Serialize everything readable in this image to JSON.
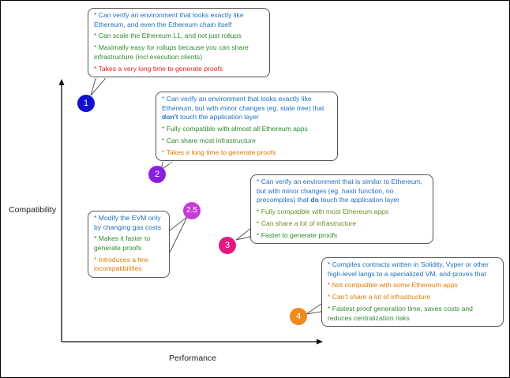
{
  "colors": {
    "background": "#ffffff",
    "frame": "#000000",
    "axis": "#111111",
    "blue_text": "#1f6fbf",
    "green_text": "#2e8b2e",
    "olive_text": "#6b8e23",
    "orange_text": "#e07b00",
    "red_text": "#e02020",
    "dark_text": "#1f3a6e",
    "badge_1": "#1010d0",
    "badge_2": "#8a1fe0",
    "badge_2_5": "#c43bd6",
    "badge_3": "#e3197f",
    "badge_4": "#f08a1a"
  },
  "axes": {
    "y_label": "Compatibility",
    "x_label": "Performance"
  },
  "types": [
    {
      "label": "1",
      "badge_color": "#1010d0",
      "points": [
        {
          "text": "* Can verify an environment that looks exactly like Ethereum, and even the Ethereum chain itself",
          "color": "#1f6fbf"
        },
        {
          "text": "* Can scale the Ethereum L1, and not just rollups",
          "color": "#2e8b2e"
        },
        {
          "text": "* Maximally easy for rollups because you can share infrastructure (incl execution clients)",
          "color": "#2e8b2e"
        },
        {
          "text": "* Takes a very long time to generate proofs",
          "color": "#e02020"
        }
      ]
    },
    {
      "label": "2",
      "badge_color": "#8a1fe0",
      "points": [
        {
          "text": "* Can verify an environment that looks exactly like Ethereum, but with minor changes (eg. state tree) that",
          "bold": "don't",
          "after": " touch the application layer",
          "color": "#1f6fbf"
        },
        {
          "text": "* Fully compatible with almost all Ethereum apps",
          "color": "#2e8b2e"
        },
        {
          "text": "* Can share most infrastructure",
          "color": "#2e8b2e"
        },
        {
          "text": "* Takes a long time to generate proofs",
          "color": "#e07b00"
        }
      ]
    },
    {
      "label": "2.5",
      "badge_color": "#c43bd6",
      "points": [
        {
          "text": "* Modify the EVM only by changing gas costs",
          "color": "#1f6fbf"
        },
        {
          "text": "* Makes it faster to generate proofs",
          "color": "#2e8b2e"
        },
        {
          "text": "* Introduces a few incompatibilities",
          "color": "#e07b00"
        }
      ]
    },
    {
      "label": "3",
      "badge_color": "#e3197f",
      "points": [
        {
          "text": "* Can verify an environment that is similar to Ethereum, but with minor changes (eg. hash function, no precompiles) that",
          "bold": "do",
          "after": " touch the application layer",
          "color": "#1f6fbf"
        },
        {
          "text": "* Fully compatible with most Ethereum apps",
          "color": "#6b8e23"
        },
        {
          "text": "* Can share a lot of infrastructure",
          "color": "#6b8e23"
        },
        {
          "text": "* Faster to generate proofs",
          "color": "#2e8b2e"
        }
      ]
    },
    {
      "label": "4",
      "badge_color": "#f08a1a",
      "points": [
        {
          "text": "* Compiles contracts written in Solidity, Vyper or other high-level langs to a specialized VM, and proves that",
          "color": "#1f6fbf"
        },
        {
          "text": "* Not compatible with some Ethereum apps",
          "color": "#e07b00"
        },
        {
          "text": "* Can't share a lot of infrastructure",
          "color": "#e07b00"
        },
        {
          "text": "* Fastest proof generation time, saves costs and reduces centralization risks",
          "color": "#2e8b2e"
        }
      ]
    }
  ]
}
